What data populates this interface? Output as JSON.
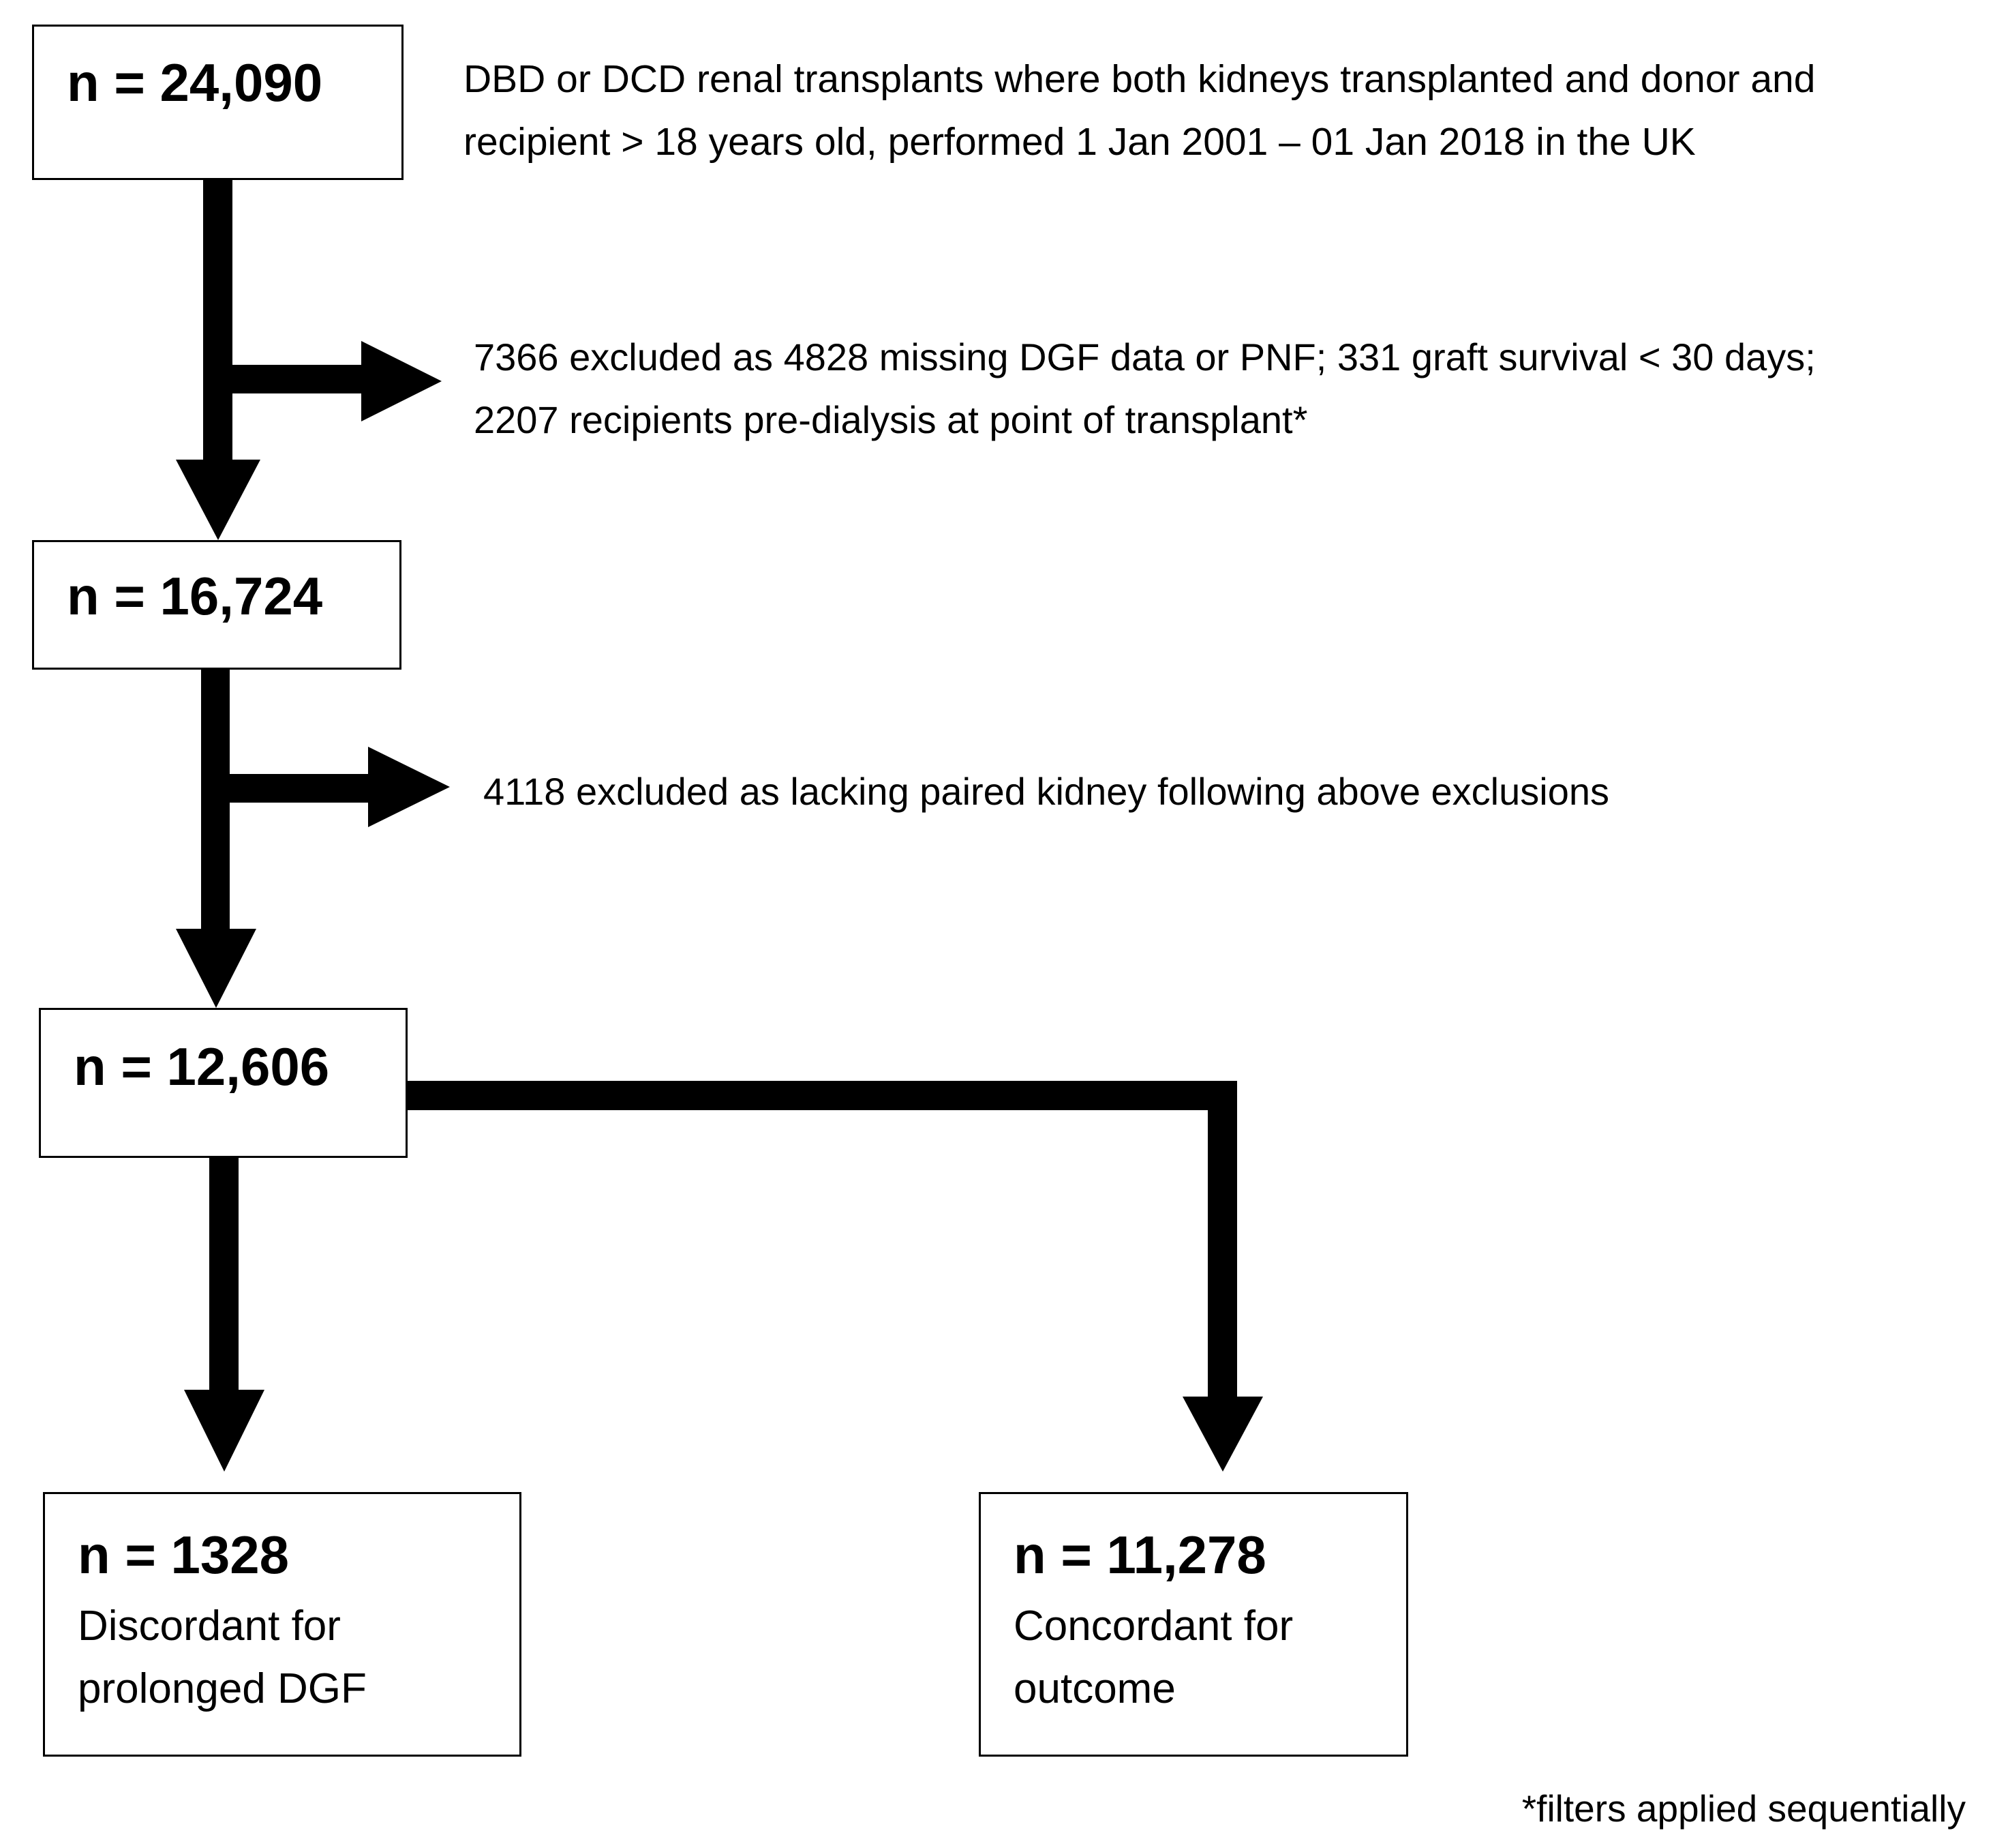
{
  "flowchart": {
    "box_1": {
      "count": "n = 24,090"
    },
    "note_1": {
      "line_1": "DBD or DCD renal transplants where both kidneys transplanted and donor and",
      "line_2": "recipient > 18 years old, performed 1 Jan 2001 – 01 Jan 2018 in the UK"
    },
    "exclusion_1": {
      "line_1": "7366 excluded as 4828 missing DGF data or PNF;  331 graft survival < 30 days;",
      "line_2": "2207 recipients pre-dialysis at point of transplant*"
    },
    "box_2": {
      "count": "n = 16,724"
    },
    "exclusion_2": {
      "line_1": "4118 excluded as lacking paired kidney following above exclusions"
    },
    "box_3": {
      "count": "n = 12,606"
    },
    "box_4": {
      "count": "n = 1328",
      "line_1": "Discordant for",
      "line_2": "prolonged DGF"
    },
    "box_5": {
      "count": "n = 11,278",
      "line_1": "Concordant for",
      "line_2": "outcome"
    },
    "footnote": "*filters applied sequentially"
  },
  "colors": {
    "line": "#000000",
    "box_border": "#000000",
    "background": "#ffffff",
    "text": "#000000"
  }
}
